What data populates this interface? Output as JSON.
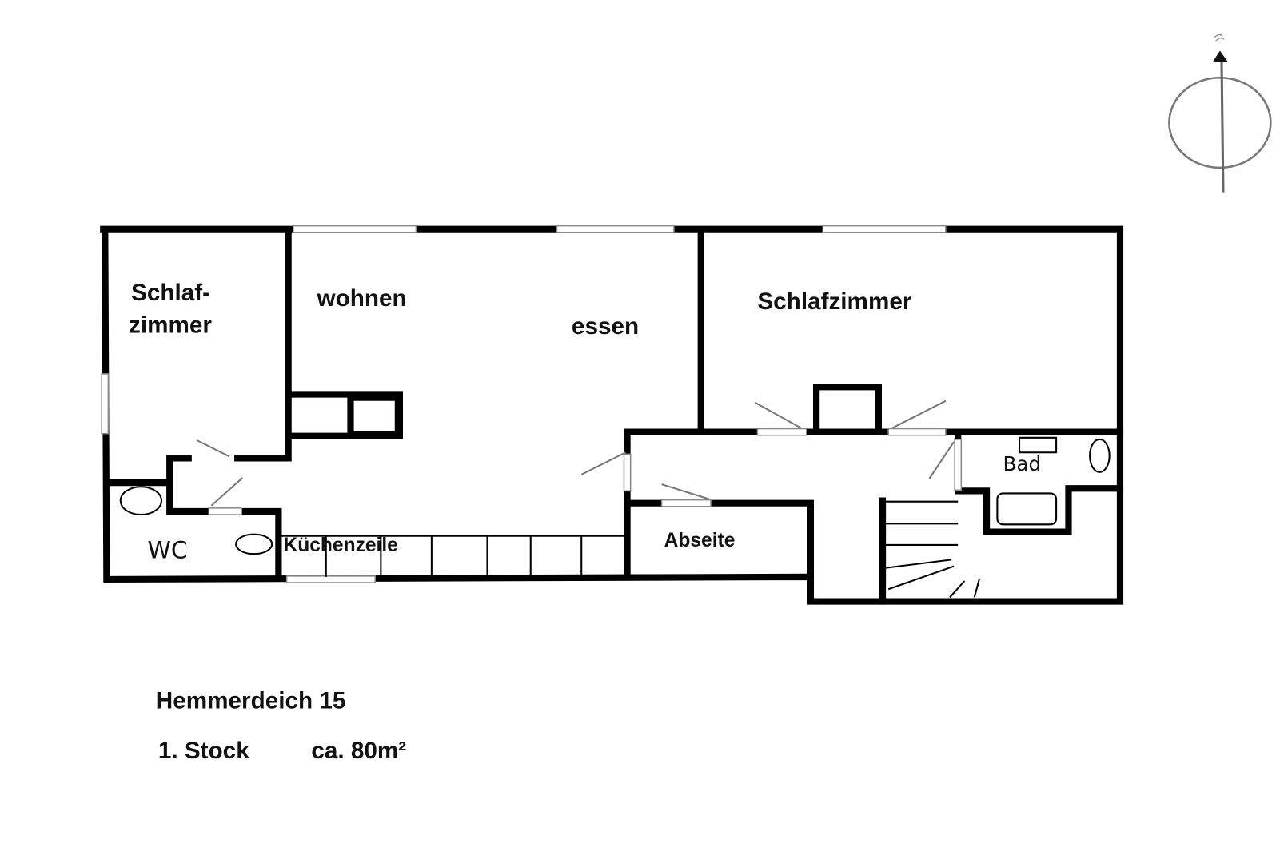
{
  "floorplan": {
    "rooms": {
      "schlafzimmer_left_line1": "Schlaf-",
      "schlafzimmer_left_line2": "zimmer",
      "wohnen": "wohnen",
      "essen": "essen",
      "schlafzimmer_right": "Schlafzimmer",
      "bad": "Bad",
      "wc": "WC",
      "kuechenzeile": "Küchenzeile",
      "abseite": "Abseite"
    },
    "compass": {
      "icon": "north-arrow-icon"
    }
  },
  "caption": {
    "address": "Hemmerdeich 15",
    "floor": "1. Stock",
    "area": "ca. 80m²"
  },
  "colors": {
    "walls": "#000000",
    "windows": "#888888",
    "background": "#ffffff"
  }
}
